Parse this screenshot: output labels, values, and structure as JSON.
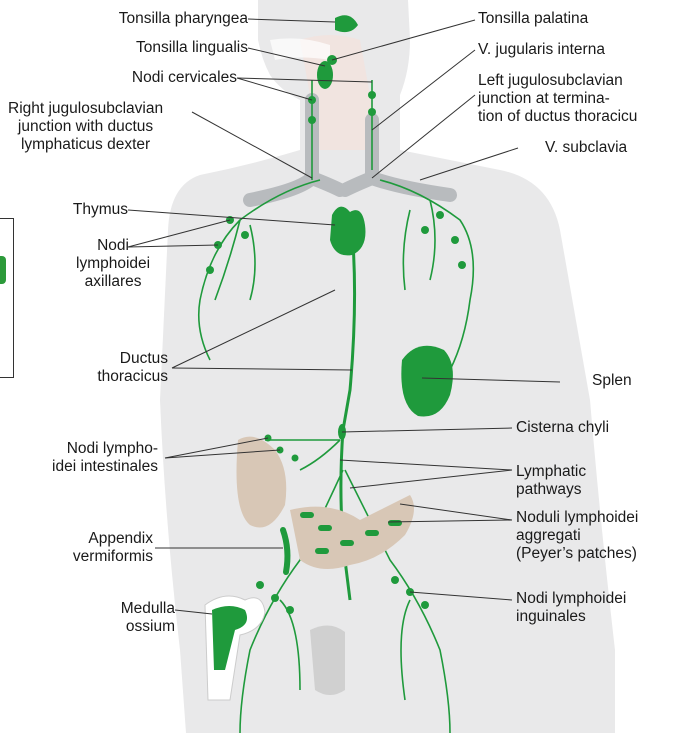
{
  "colors": {
    "lymph": "#1f9a3c",
    "skin": "#e6e6e6",
    "vein": "#b9bcbf",
    "bowel": "#d9c8b8"
  },
  "labels": {
    "tonsilla_pharyngea": "Tonsilla pharyngea",
    "tonsilla_lingualis": "Tonsilla lingualis",
    "nodi_cervicales": "Nodi cervicales",
    "right_junction": [
      "Right jugulosubclavian",
      "junction with ductus",
      "lymphaticus dexter"
    ],
    "thymus": "Thymus",
    "nodi_axillares": [
      "Nodi",
      "lymphoidei",
      "axillares"
    ],
    "ductus_thoracicus": [
      "Ductus",
      "thoracicus"
    ],
    "nodi_intestinales": [
      "Nodi lympho-",
      "idei intestinales"
    ],
    "appendix": [
      "Appendix",
      "vermiformis"
    ],
    "medulla": [
      "Medulla",
      "ossium"
    ],
    "tonsilla_palatina": "Tonsilla palatina",
    "v_jugularis": "V. jugularis interna",
    "left_junction": [
      "Left jugulosubclavian",
      "junction at termina-",
      "tion of ductus thoracicu"
    ],
    "v_subclavia": "V. subclavia",
    "splen": "Splen",
    "cisterna": "Cisterna chyli",
    "lymphatic_pathways": [
      "Lymphatic",
      "pathways"
    ],
    "noduli": [
      "Noduli lymphoidei",
      "aggregati",
      "(Peyer’s patches)"
    ],
    "nodi_inguinales": [
      "Nodi lymphoidei",
      "inguinales"
    ]
  }
}
